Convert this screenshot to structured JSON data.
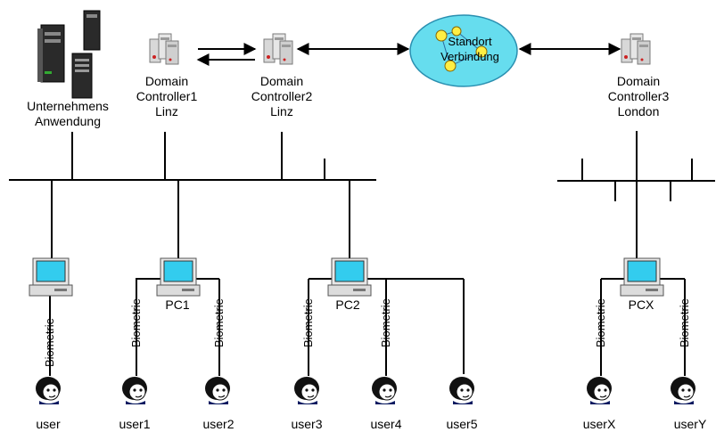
{
  "nodes": {
    "app_server": {
      "line1": "Unternehmens",
      "line2": "Anwendung"
    },
    "dc1": {
      "line1": "Domain",
      "line2": "Controller1",
      "line3": "Linz"
    },
    "dc2": {
      "line1": "Domain",
      "line2": "Controller2",
      "line3": "Linz"
    },
    "dc3": {
      "line1": "Domain",
      "line2": "Controller3",
      "line3": "London"
    },
    "site_link": {
      "line1": "Standort",
      "line2": "Verbindung"
    },
    "pc1": "PC1",
    "pc2": "PC2",
    "pcx": "PCX"
  },
  "link_label": "Biometrie",
  "users": [
    "user",
    "user1",
    "user2",
    "user3",
    "user4",
    "user5",
    "userX",
    "userY"
  ],
  "colors": {
    "line": "#000000",
    "cloud_fill": "#66ddee",
    "cloud_stroke": "#2a8fb0",
    "node_yellow": "#ffee44",
    "screen": "#33ccee",
    "server_gray": "#c8c8c8",
    "dark_server": "#2a2a2a"
  },
  "icons": {
    "server": "server-tower-icon",
    "pc": "desktop-computer-icon",
    "user": "user-head-icon",
    "cloud": "network-cloud-icon"
  }
}
